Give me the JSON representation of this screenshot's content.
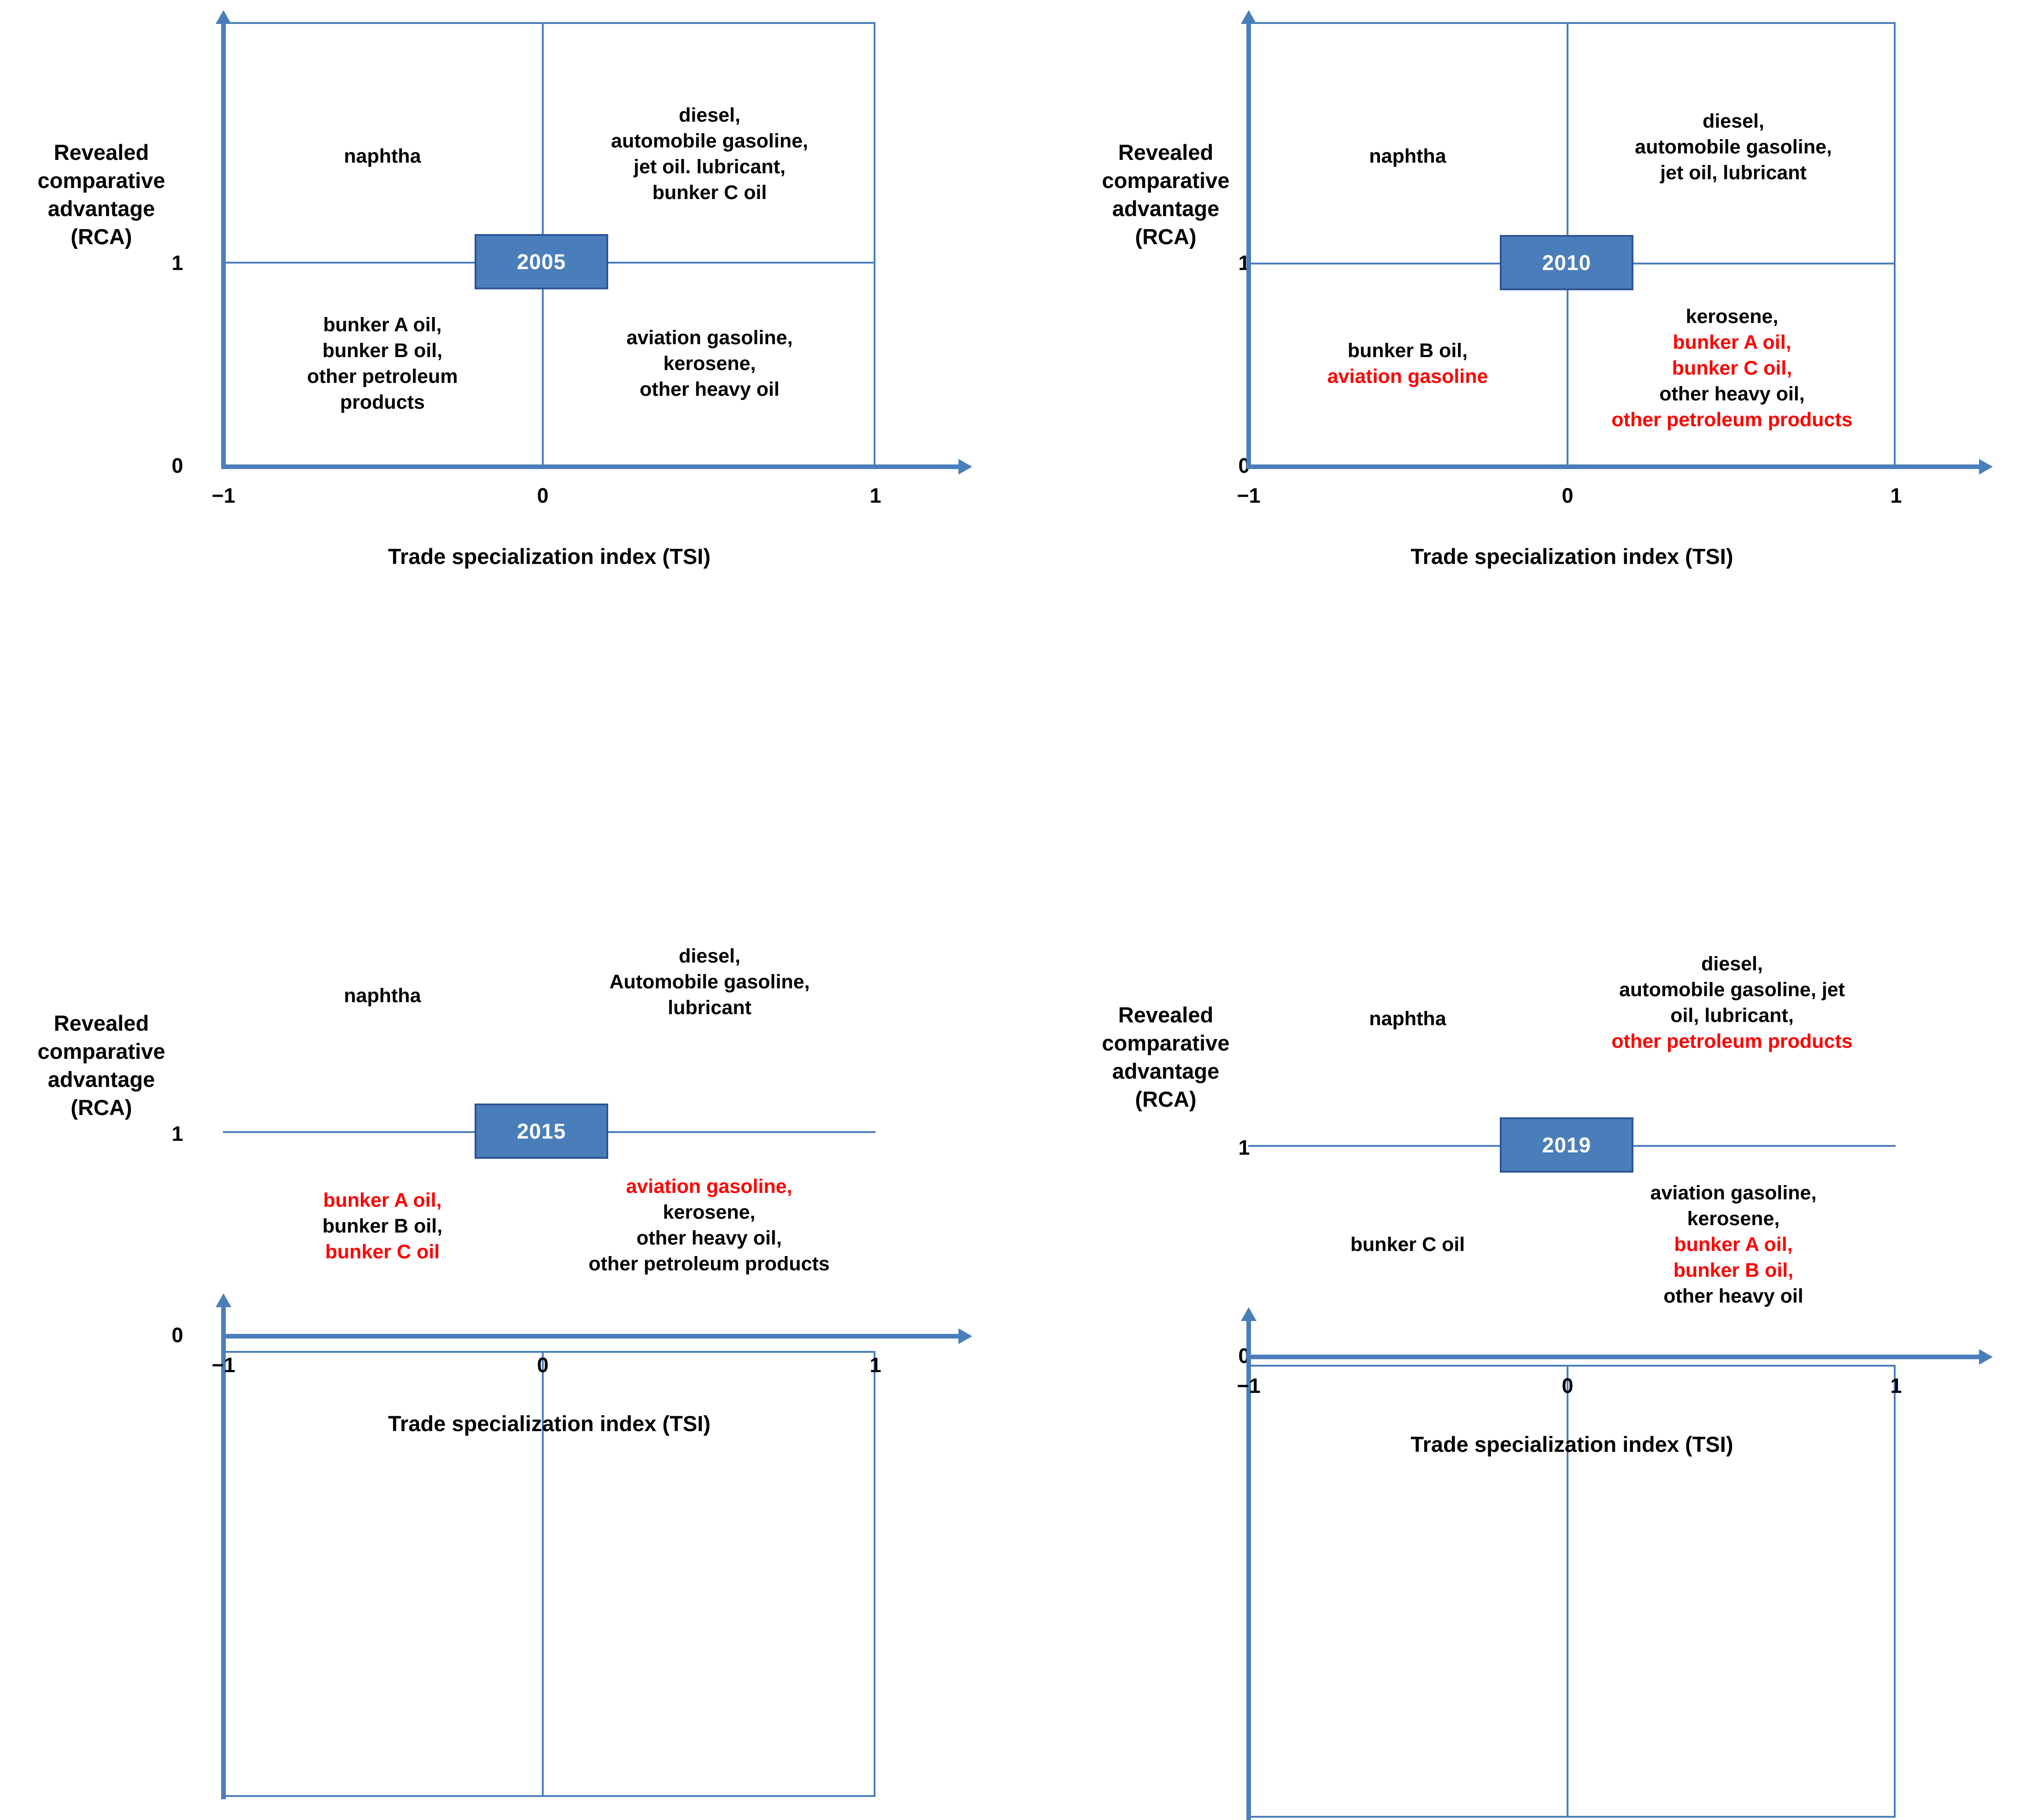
{
  "figure": {
    "axis_color": "#4a7ebb",
    "badge_fill": "#4a7ebb",
    "badge_border": "#2f5496",
    "highlight_color": "#ff0000",
    "text_color": "#000000"
  },
  "common": {
    "ylabel_lines": [
      "Revealed",
      "comparative",
      "advantage",
      "(RCA)"
    ],
    "xlabel": "Trade specialization index (TSI)",
    "y_ticks": [
      "1",
      "0"
    ],
    "x_ticks": [
      "−1",
      "0",
      "1"
    ]
  },
  "chart_data": {
    "type": "scatter",
    "title": "",
    "xlabel": "Trade specialization index (TSI)",
    "ylabel": "Revealed comparative advantage (RCA)",
    "xlim": [
      -1,
      1
    ],
    "ylim": [
      0,
      2
    ],
    "xticks": [
      -1,
      0,
      1
    ],
    "yticks": [
      0,
      1
    ],
    "grid": false,
    "legend": "none",
    "note": "Four 2x2 quadrant maps (one per year). Items are placed in quadrants defined by TSI sign (x: negative/positive) and RCA threshold 1 (y: above/below). Red text marks items that changed quadrant versus the previous panel.",
    "panels": [
      {
        "year": "2005",
        "quadrants": {
          "top_left": [
            {
              "text": "naphtha",
              "highlight": false
            }
          ],
          "top_right": [
            {
              "text": "diesel,",
              "highlight": false
            },
            {
              "text": "automobile gasoline,",
              "highlight": false
            },
            {
              "text": "jet oil. lubricant,",
              "highlight": false
            },
            {
              "text": "bunker C oil",
              "highlight": false
            }
          ],
          "bottom_left": [
            {
              "text": "bunker A oil,",
              "highlight": false
            },
            {
              "text": "bunker B oil,",
              "highlight": false
            },
            {
              "text": "other petroleum",
              "highlight": false
            },
            {
              "text": "products",
              "highlight": false
            }
          ],
          "bottom_right": [
            {
              "text": "aviation gasoline,",
              "highlight": false
            },
            {
              "text": "kerosene,",
              "highlight": false
            },
            {
              "text": "other heavy oil",
              "highlight": false
            }
          ]
        }
      },
      {
        "year": "2010",
        "quadrants": {
          "top_left": [
            {
              "text": "naphtha",
              "highlight": false
            }
          ],
          "top_right": [
            {
              "text": "diesel,",
              "highlight": false
            },
            {
              "text": "automobile gasoline,",
              "highlight": false
            },
            {
              "text": "jet oil, lubricant",
              "highlight": false
            }
          ],
          "bottom_left": [
            {
              "text": "bunker B oil,",
              "highlight": false
            },
            {
              "text": "aviation gasoline",
              "highlight": true
            }
          ],
          "bottom_right": [
            {
              "text": "kerosene,",
              "highlight": false
            },
            {
              "text": "bunker A oil,",
              "highlight": true
            },
            {
              "text": "bunker C oil,",
              "highlight": true
            },
            {
              "text": "other heavy oil,",
              "highlight": false
            },
            {
              "text": "other petroleum products",
              "highlight": true
            }
          ]
        }
      },
      {
        "year": "2015",
        "quadrants": {
          "top_left": [
            {
              "text": "naphtha",
              "highlight": false
            }
          ],
          "top_right": [
            {
              "text": "diesel,",
              "highlight": false
            },
            {
              "text": "Automobile gasoline,",
              "highlight": false
            },
            {
              "text": "lubricant",
              "highlight": false
            }
          ],
          "bottom_left": [
            {
              "text": "bunker A oil,",
              "highlight": true
            },
            {
              "text": "bunker B oil,",
              "highlight": false
            },
            {
              "text": "bunker C oil",
              "highlight": true
            }
          ],
          "bottom_right": [
            {
              "text": "aviation gasoline,",
              "highlight": true
            },
            {
              "text": "kerosene,",
              "highlight": false
            },
            {
              "text": "other heavy oil,",
              "highlight": false
            },
            {
              "text": "other petroleum products",
              "highlight": false
            }
          ]
        }
      },
      {
        "year": "2019",
        "quadrants": {
          "top_left": [
            {
              "text": "naphtha",
              "highlight": false
            }
          ],
          "top_right": [
            {
              "text": "diesel,",
              "highlight": false
            },
            {
              "text": "automobile gasoline, jet",
              "highlight": false
            },
            {
              "text": "oil, lubricant,",
              "highlight": false
            },
            {
              "text": "other petroleum products",
              "highlight": true
            }
          ],
          "bottom_left": [
            {
              "text": "bunker C oil",
              "highlight": false
            }
          ],
          "bottom_right": [
            {
              "text": "aviation gasoline,",
              "highlight": false
            },
            {
              "text": "kerosene,",
              "highlight": false
            },
            {
              "text": "bunker A oil,",
              "highlight": true
            },
            {
              "text": "bunker B oil,",
              "highlight": true
            },
            {
              "text": "other heavy oil",
              "highlight": false
            }
          ]
        }
      }
    ]
  }
}
